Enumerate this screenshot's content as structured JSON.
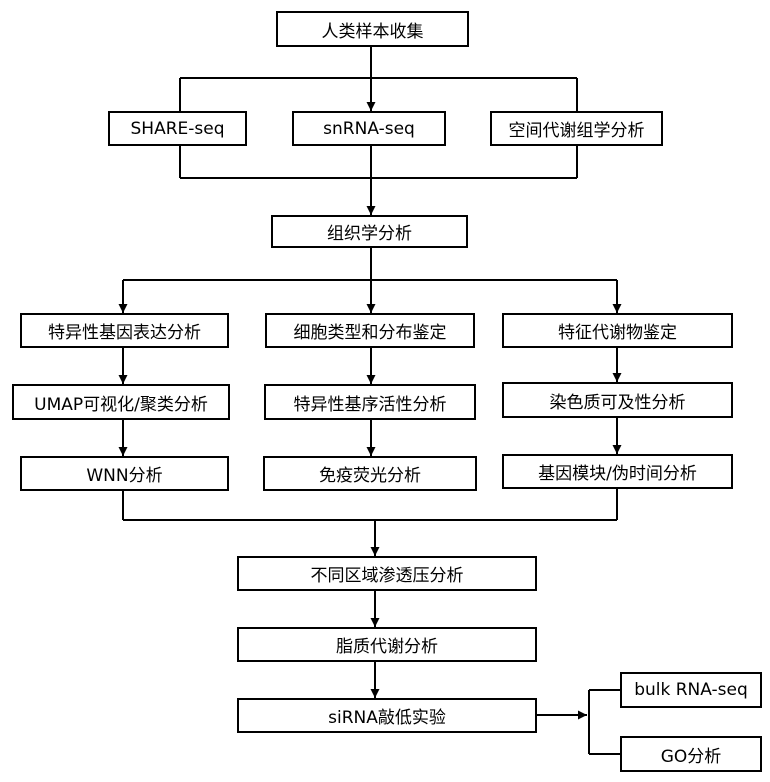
{
  "nodes": {
    "sample_collection": "人类样本收集",
    "share_seq": "SHARE-seq",
    "snrna_seq": "snRNA-seq",
    "spatial_metabolomics": "空间代谢组学分析",
    "histology": "组织学分析",
    "specific_gene_expression": "特异性基因表达分析",
    "cell_type_distribution": "细胞类型和分布鉴定",
    "characteristic_metabolite": "特征代谢物鉴定",
    "umap": "UMAP可视化/聚类分析",
    "specific_gene_order_activity": "特异性基序活性分析",
    "chromatin_accessibility": "染色质可及性分析",
    "wnn": "WNN分析",
    "immunofluorescence": "免疫荧光分析",
    "gene_module_pseudotime": "基因模块/伪时间分析",
    "regional_osmolality": "不同区域渗透压分析",
    "lipid_metabolism": "脂质代谢分析",
    "sirna_knockdown": "siRNA敲低实验",
    "bulk_rna_seq": "bulk RNA-seq",
    "go_analysis": "GO分析"
  }
}
